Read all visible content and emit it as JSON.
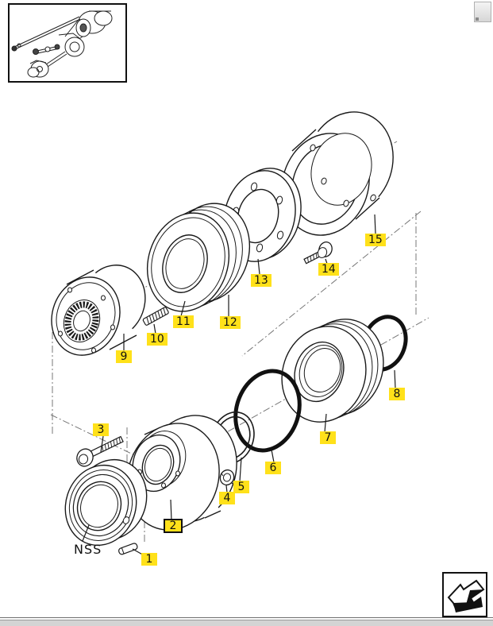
{
  "diagram": {
    "title_hint": "exploded-parts-diagram",
    "nss_label": "NSS",
    "selected_callout": "2",
    "callouts": [
      {
        "number": "1",
        "boxed": false
      },
      {
        "number": "2",
        "boxed": true
      },
      {
        "number": "3",
        "boxed": false
      },
      {
        "number": "4",
        "boxed": false
      },
      {
        "number": "5",
        "boxed": false
      },
      {
        "number": "6",
        "boxed": false
      },
      {
        "number": "7",
        "boxed": false
      },
      {
        "number": "8",
        "boxed": false
      },
      {
        "number": "9",
        "boxed": false
      },
      {
        "number": "10",
        "boxed": false
      },
      {
        "number": "11",
        "boxed": false
      },
      {
        "number": "12",
        "boxed": false
      },
      {
        "number": "13",
        "boxed": false
      },
      {
        "number": "14",
        "boxed": false
      },
      {
        "number": "15",
        "boxed": false
      }
    ]
  },
  "icons": {
    "back_arrow_icon": "bent-left-arrow",
    "corner_button_icon": "blank-gray-square",
    "thumbnail_icon": "driveline-assembly-overview"
  },
  "colors": {
    "highlight": "#ffe11a",
    "line": "#1a1a1a",
    "centerline": "#777777",
    "bottom_bar": "#d4d4d4"
  }
}
